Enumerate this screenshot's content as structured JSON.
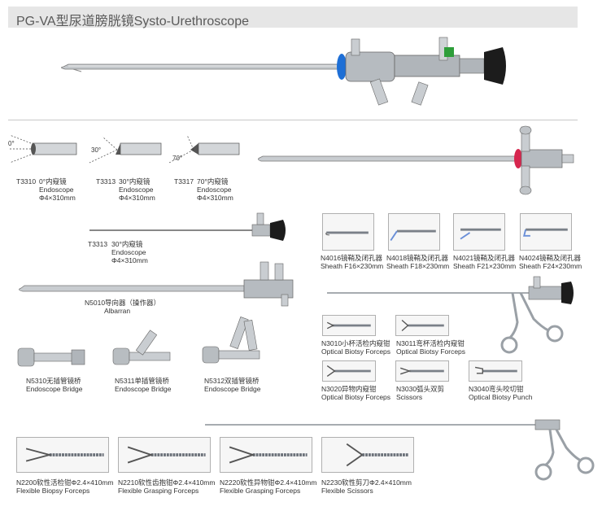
{
  "header": {
    "title": "PG-VA型尿道膀胱镜Systo-Urethroscope"
  },
  "endoscopes": [
    {
      "code": "T3310",
      "name": "0°内窥镜",
      "en": "Endoscope",
      "spec": "Φ4×310mm",
      "angle": "0°"
    },
    {
      "code": "T3313",
      "name": "30°内窥镜",
      "en": "Endoscope",
      "spec": "Φ4×310mm",
      "angle": "30°"
    },
    {
      "code": "T3317",
      "name": "70°内窥镜",
      "en": "Endoscope",
      "spec": "Φ4×310mm",
      "angle": "70°"
    }
  ],
  "endoscope_large": {
    "code": "T3313",
    "name": "30°内窥镜",
    "en": "Endoscope",
    "spec": "Φ4×310mm"
  },
  "albarran": {
    "code": "N5010导向器（操作器）",
    "en": "Albarran"
  },
  "bridges": [
    {
      "cn": "N5310无插管镜桥",
      "en": "Endoscope Bridge"
    },
    {
      "cn": "N5311单插管镜桥",
      "en": "Endoscope Bridge"
    },
    {
      "cn": "N5312双插管镜桥",
      "en": "Endoscope Bridge"
    }
  ],
  "sheaths": [
    {
      "cn": "N4016镜鞘及闭孔器",
      "en": "Sheath F16×230mm"
    },
    {
      "cn": "N4018镜鞘及闭孔器",
      "en": "Sheath F18×230mm"
    },
    {
      "cn": "N4021镜鞘及闭孔器",
      "en": "Sheath F21×230mm"
    },
    {
      "cn": "N4024镜鞘及闭孔器",
      "en": "Sheath F24×230mm"
    }
  ],
  "forceps": [
    {
      "cn": "N3010小杯活检内窥钳",
      "en": "Optical Biotsy Forceps"
    },
    {
      "cn": "N3011弯杯活检内窥钳",
      "en": "Optical Biotsy Forceps"
    },
    {
      "cn": "N3020异物内窥钳",
      "en": "Optical Biotsy Forceps"
    },
    {
      "cn": "N3030弧头双剪",
      "en": "Scissors"
    },
    {
      "cn": "N3040弯头咬切钳",
      "en": "Optical Biotsy Punch"
    }
  ],
  "flexible": [
    {
      "cn": "N2200软性活检钳Φ2.4×410mm",
      "en": "Flexible Biopsy Forceps"
    },
    {
      "cn": "N2210软性齿抱钳Φ2.4×410mm",
      "en": "Flexible Grasping Forceps"
    },
    {
      "cn": "N2220软性异物钳Φ2.4×410mm",
      "en": "Flexible Grasping Forceps"
    },
    {
      "cn": "N2230软性剪刀Φ2.4×410mm",
      "en": "Flexible Scissors"
    }
  ],
  "colors": {
    "header_bg": "#e6e6e6",
    "blue_ring": "#1e6fd6",
    "red_ring": "#d6264e",
    "steel": "#b9bec4"
  }
}
